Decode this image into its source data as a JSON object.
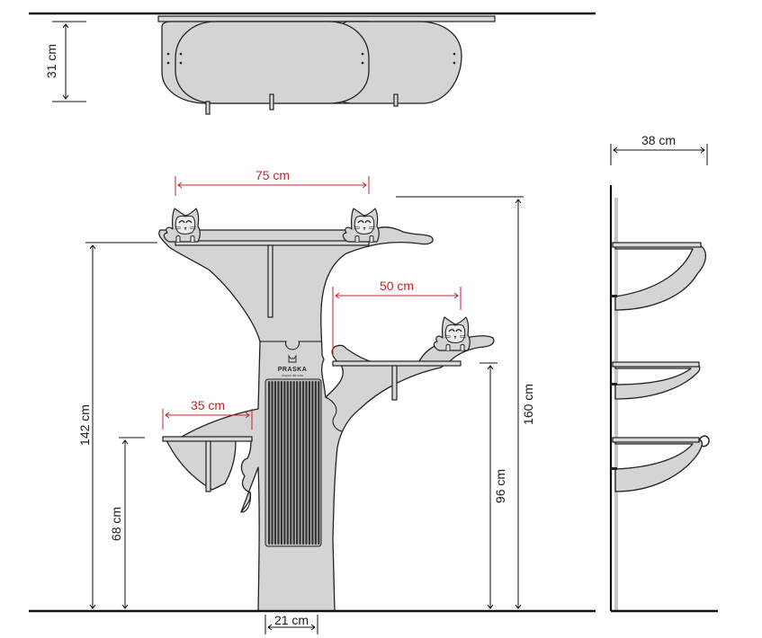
{
  "dimensions": {
    "top_depth": "31 cm",
    "side_depth": "38 cm",
    "top_shelf_width": "75 cm",
    "middle_shelf_width": "50 cm",
    "lower_shelf_width": "35 cm",
    "top_shelf_height": "142 cm",
    "total_height": "160 cm",
    "middle_shelf_height": "96 cm",
    "lower_shelf_height": "68 cm",
    "trunk_width": "21 cm"
  },
  "brand": {
    "name": "PRASKA",
    "tagline": "drapak dla kota"
  },
  "colors": {
    "wood": "#d4d4d4",
    "outline": "#222222",
    "dimension_accent": "#c8202a",
    "dimension_line": "#111111"
  },
  "icons": [
    "cat-face-icon",
    "cat-face-icon",
    "cat-face-icon",
    "brand-cat-icon"
  ]
}
